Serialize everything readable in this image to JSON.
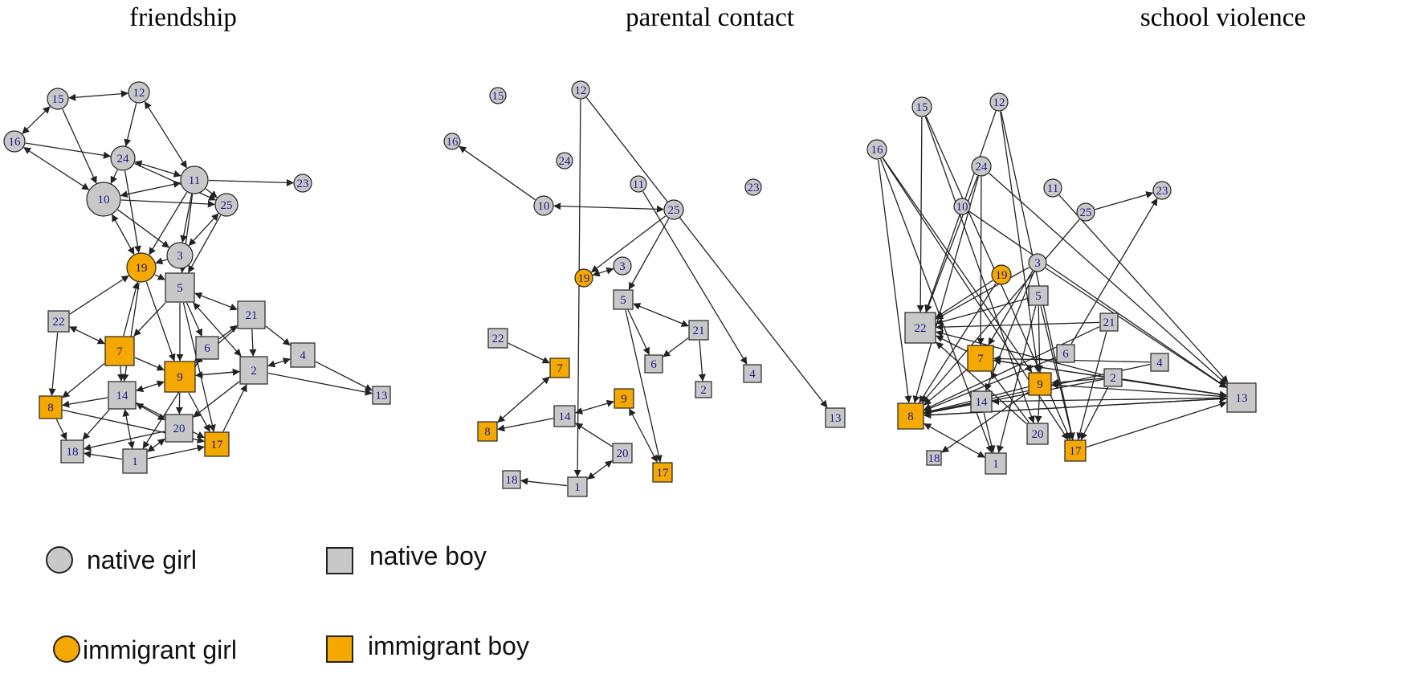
{
  "panels": [
    {
      "title": "friendship",
      "nodes": [
        {
          "id": "15",
          "kind": "native-girl"
        },
        {
          "id": "12",
          "kind": "native-girl"
        },
        {
          "id": "16",
          "kind": "native-girl"
        },
        {
          "id": "24",
          "kind": "native-girl"
        },
        {
          "id": "11",
          "kind": "native-girl"
        },
        {
          "id": "10",
          "kind": "native-girl"
        },
        {
          "id": "25",
          "kind": "native-girl"
        },
        {
          "id": "23",
          "kind": "native-girl"
        },
        {
          "id": "3",
          "kind": "native-girl"
        },
        {
          "id": "19",
          "kind": "immigrant-girl"
        },
        {
          "id": "5",
          "kind": "native-boy"
        },
        {
          "id": "22",
          "kind": "native-boy"
        },
        {
          "id": "21",
          "kind": "native-boy"
        },
        {
          "id": "7",
          "kind": "immigrant-boy"
        },
        {
          "id": "6",
          "kind": "native-boy"
        },
        {
          "id": "4",
          "kind": "native-boy"
        },
        {
          "id": "9",
          "kind": "immigrant-boy"
        },
        {
          "id": "2",
          "kind": "native-boy"
        },
        {
          "id": "13",
          "kind": "native-boy"
        },
        {
          "id": "8",
          "kind": "immigrant-boy"
        },
        {
          "id": "14",
          "kind": "native-boy"
        },
        {
          "id": "20",
          "kind": "native-boy"
        },
        {
          "id": "17",
          "kind": "immigrant-boy"
        },
        {
          "id": "18",
          "kind": "native-boy"
        },
        {
          "id": "1",
          "kind": "native-boy"
        }
      ],
      "edges": [
        [
          "15",
          "12",
          2
        ],
        [
          "15",
          "16",
          2
        ],
        [
          "15",
          "10",
          1
        ],
        [
          "12",
          "24",
          1
        ],
        [
          "12",
          "11",
          2
        ],
        [
          "16",
          "24",
          1
        ],
        [
          "16",
          "10",
          2
        ],
        [
          "24",
          "10",
          1
        ],
        [
          "24",
          "11",
          2
        ],
        [
          "24",
          "25",
          1
        ],
        [
          "24",
          "19",
          1
        ],
        [
          "10",
          "11",
          2
        ],
        [
          "10",
          "25",
          1
        ],
        [
          "11",
          "23",
          1
        ],
        [
          "11",
          "25",
          1
        ],
        [
          "11",
          "3",
          1
        ],
        [
          "11",
          "19",
          1
        ],
        [
          "11",
          "5",
          1
        ],
        [
          "10",
          "19",
          2
        ],
        [
          "10",
          "3",
          1
        ],
        [
          "25",
          "3",
          2
        ],
        [
          "25",
          "5",
          1
        ],
        [
          "3",
          "19",
          1
        ],
        [
          "19",
          "5",
          1
        ],
        [
          "5",
          "21",
          2
        ],
        [
          "5",
          "2",
          2
        ],
        [
          "5",
          "6",
          1
        ],
        [
          "21",
          "2",
          1
        ],
        [
          "21",
          "4",
          1
        ],
        [
          "4",
          "2",
          2
        ],
        [
          "4",
          "13",
          1
        ],
        [
          "2",
          "13",
          1
        ],
        [
          "21",
          "9",
          1
        ],
        [
          "22",
          "7",
          2
        ],
        [
          "22",
          "8",
          1
        ],
        [
          "22",
          "19",
          1
        ],
        [
          "7",
          "9",
          1
        ],
        [
          "7",
          "8",
          1
        ],
        [
          "7",
          "14",
          1
        ],
        [
          "7",
          "19",
          1
        ],
        [
          "9",
          "14",
          2
        ],
        [
          "9",
          "17",
          1
        ],
        [
          "9",
          "20",
          1
        ],
        [
          "9",
          "2",
          1
        ],
        [
          "14",
          "8",
          1
        ],
        [
          "14",
          "18",
          1
        ],
        [
          "14",
          "1",
          2
        ],
        [
          "14",
          "20",
          2
        ],
        [
          "14",
          "17",
          1
        ],
        [
          "20",
          "1",
          2
        ],
        [
          "20",
          "18",
          1
        ],
        [
          "1",
          "18",
          1
        ],
        [
          "1",
          "17",
          1
        ],
        [
          "17",
          "2",
          1
        ],
        [
          "8",
          "17",
          1
        ],
        [
          "8",
          "18",
          1
        ],
        [
          "6",
          "9",
          1
        ],
        [
          "6",
          "21",
          1
        ],
        [
          "19",
          "9",
          1
        ],
        [
          "19",
          "14",
          1
        ],
        [
          "5",
          "7",
          1
        ],
        [
          "5",
          "9",
          1
        ],
        [
          "2",
          "20",
          1
        ],
        [
          "6",
          "1",
          1
        ],
        [
          "2",
          "9",
          1
        ],
        [
          "5",
          "17",
          1
        ]
      ]
    },
    {
      "title": "parental contact",
      "nodes": [
        {
          "id": "12",
          "kind": "native-girl"
        },
        {
          "id": "15",
          "kind": "native-girl"
        },
        {
          "id": "16",
          "kind": "native-girl"
        },
        {
          "id": "24",
          "kind": "native-girl"
        },
        {
          "id": "11",
          "kind": "native-girl"
        },
        {
          "id": "23",
          "kind": "native-girl"
        },
        {
          "id": "10",
          "kind": "native-girl"
        },
        {
          "id": "25",
          "kind": "native-girl"
        },
        {
          "id": "3",
          "kind": "native-girl"
        },
        {
          "id": "19",
          "kind": "immigrant-girl"
        },
        {
          "id": "5",
          "kind": "native-boy"
        },
        {
          "id": "21",
          "kind": "native-boy"
        },
        {
          "id": "22",
          "kind": "native-boy"
        },
        {
          "id": "7",
          "kind": "immigrant-boy"
        },
        {
          "id": "6",
          "kind": "native-boy"
        },
        {
          "id": "4",
          "kind": "native-boy"
        },
        {
          "id": "2",
          "kind": "native-boy"
        },
        {
          "id": "9",
          "kind": "immigrant-boy"
        },
        {
          "id": "14",
          "kind": "native-boy"
        },
        {
          "id": "13",
          "kind": "native-boy",
          "label": "13"
        },
        {
          "id": "8",
          "kind": "immigrant-boy"
        },
        {
          "id": "20",
          "kind": "native-boy"
        },
        {
          "id": "17",
          "kind": "immigrant-boy"
        },
        {
          "id": "18",
          "kind": "native-boy"
        },
        {
          "id": "1",
          "kind": "native-boy"
        }
      ],
      "edges": [
        [
          "10",
          "16",
          1
        ],
        [
          "10",
          "25",
          2
        ],
        [
          "12",
          "1",
          1
        ],
        [
          "12",
          "13",
          1
        ],
        [
          "11",
          "4",
          1
        ],
        [
          "25",
          "19",
          1
        ],
        [
          "19",
          "3",
          2
        ],
        [
          "25",
          "5",
          1
        ],
        [
          "5",
          "21",
          2
        ],
        [
          "21",
          "6",
          1
        ],
        [
          "5",
          "6",
          1
        ],
        [
          "21",
          "2",
          1
        ],
        [
          "22",
          "7",
          1
        ],
        [
          "7",
          "8",
          2
        ],
        [
          "14",
          "8",
          1
        ],
        [
          "14",
          "9",
          2
        ],
        [
          "9",
          "17",
          2
        ],
        [
          "5",
          "17",
          1
        ],
        [
          "20",
          "14",
          1
        ],
        [
          "20",
          "1",
          2
        ],
        [
          "1",
          "18",
          1
        ]
      ]
    },
    {
      "title": "school violence",
      "nodes": [
        {
          "id": "15",
          "kind": "native-girl"
        },
        {
          "id": "12",
          "kind": "native-girl"
        },
        {
          "id": "16",
          "kind": "native-girl"
        },
        {
          "id": "24",
          "kind": "native-girl"
        },
        {
          "id": "11",
          "kind": "native-girl"
        },
        {
          "id": "10",
          "kind": "native-girl"
        },
        {
          "id": "25",
          "kind": "native-girl"
        },
        {
          "id": "23",
          "kind": "native-girl"
        },
        {
          "id": "3",
          "kind": "native-girl"
        },
        {
          "id": "19",
          "kind": "immigrant-girl"
        },
        {
          "id": "5",
          "kind": "native-boy"
        },
        {
          "id": "22",
          "kind": "native-boy"
        },
        {
          "id": "21",
          "kind": "native-boy"
        },
        {
          "id": "6",
          "kind": "native-boy"
        },
        {
          "id": "7",
          "kind": "immigrant-boy"
        },
        {
          "id": "4",
          "kind": "native-boy"
        },
        {
          "id": "2",
          "kind": "native-boy"
        },
        {
          "id": "9",
          "kind": "immigrant-boy"
        },
        {
          "id": "13",
          "kind": "native-boy"
        },
        {
          "id": "14",
          "kind": "native-boy"
        },
        {
          "id": "8",
          "kind": "immigrant-boy"
        },
        {
          "id": "20",
          "kind": "native-boy"
        },
        {
          "id": "17",
          "kind": "immigrant-boy"
        },
        {
          "id": "18",
          "kind": "native-boy"
        },
        {
          "id": "1",
          "kind": "native-boy"
        }
      ],
      "edges": [
        [
          "12",
          "22",
          1
        ],
        [
          "12",
          "9",
          1
        ],
        [
          "24",
          "8",
          1
        ],
        [
          "24",
          "13",
          1
        ],
        [
          "24",
          "22",
          1
        ],
        [
          "15",
          "22",
          1
        ],
        [
          "15",
          "20",
          1
        ],
        [
          "15",
          "17",
          1
        ],
        [
          "16",
          "8",
          1
        ],
        [
          "16",
          "9",
          1
        ],
        [
          "16",
          "17",
          1
        ],
        [
          "16",
          "1",
          1
        ],
        [
          "10",
          "13",
          1
        ],
        [
          "11",
          "13",
          1
        ],
        [
          "25",
          "23",
          1
        ],
        [
          "25",
          "8",
          1
        ],
        [
          "3",
          "22",
          1
        ],
        [
          "3",
          "13",
          1
        ],
        [
          "3",
          "14",
          1
        ],
        [
          "19",
          "8",
          1
        ],
        [
          "19",
          "22",
          1
        ],
        [
          "5",
          "9",
          1
        ],
        [
          "5",
          "17",
          1
        ],
        [
          "5",
          "22",
          1
        ],
        [
          "5",
          "1",
          1
        ],
        [
          "21",
          "22",
          1
        ],
        [
          "21",
          "8",
          1
        ],
        [
          "6",
          "23",
          1
        ],
        [
          "6",
          "8",
          1
        ],
        [
          "7",
          "22",
          1
        ],
        [
          "7",
          "13",
          1
        ],
        [
          "7",
          "8",
          1
        ],
        [
          "4",
          "8",
          1
        ],
        [
          "4",
          "7",
          1
        ],
        [
          "2",
          "22",
          1
        ],
        [
          "2",
          "8",
          1
        ],
        [
          "2",
          "9",
          1
        ],
        [
          "2",
          "17",
          1
        ],
        [
          "2",
          "13",
          1
        ],
        [
          "9",
          "8",
          1
        ],
        [
          "9",
          "18",
          1
        ],
        [
          "9",
          "20",
          1
        ],
        [
          "13",
          "7",
          1
        ],
        [
          "13",
          "9",
          1
        ],
        [
          "13",
          "14",
          1
        ],
        [
          "13",
          "8",
          1
        ],
        [
          "14",
          "8",
          1
        ],
        [
          "14",
          "1",
          1
        ],
        [
          "20",
          "22",
          1
        ],
        [
          "20",
          "7",
          1
        ],
        [
          "1",
          "8",
          2
        ],
        [
          "17",
          "13",
          1
        ],
        [
          "8",
          "13",
          1
        ],
        [
          "24",
          "7",
          1
        ],
        [
          "12",
          "17",
          1
        ],
        [
          "3",
          "7",
          1
        ],
        [
          "21",
          "17",
          1
        ]
      ]
    }
  ],
  "legend": {
    "native_girl": "native girl",
    "native_boy": "native boy",
    "immigrant_girl": "immigrant girl",
    "immigrant_boy": "immigrant boy"
  },
  "colors": {
    "native": "#c8c8c8",
    "immigrant": "#f5a800",
    "stroke": "#222222",
    "label": "#1a1a8c",
    "edge": "#222222"
  }
}
